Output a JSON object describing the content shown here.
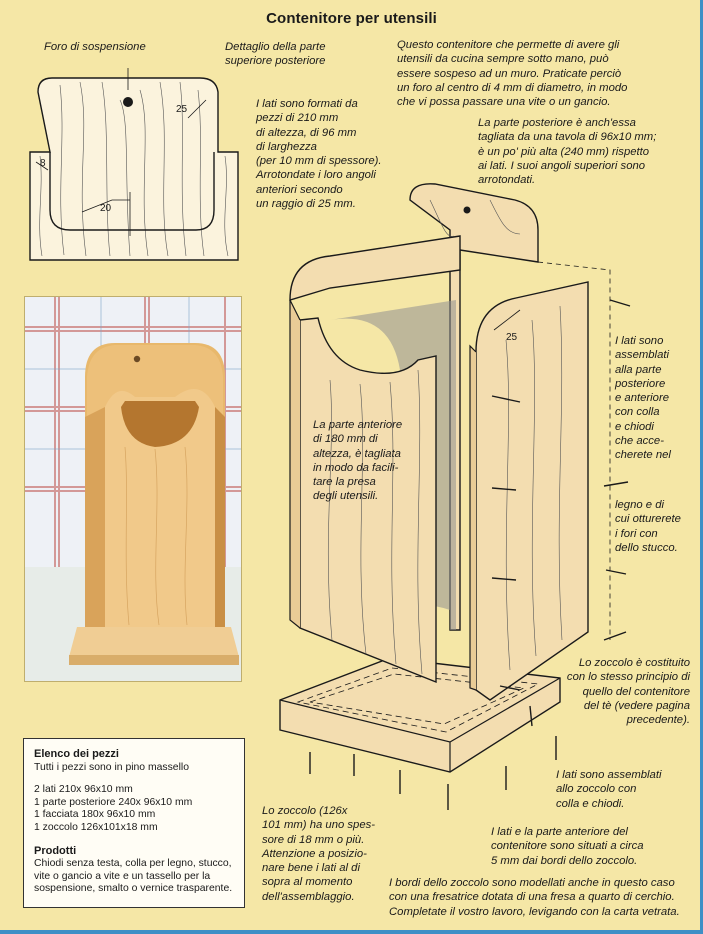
{
  "title": "Contenitore per utensili",
  "labels": {
    "foro": "Foro di sospensione",
    "dettaglio": "Dettaglio della parte\nsuperiore posteriore",
    "intro": "Questo contenitore che permette di avere gli\nutensili da cucina sempre sotto mano, può\nessere sospeso ad un muro. Praticate perciò\nun foro al centro di 4 mm di diametro, in modo\nche vi possa passare una vite o un gancio.",
    "lati": "I lati sono formati da\npezzi di 210 mm\ndi altezza, di 96 mm\ndi larghezza\n(per 10 mm di spessore).\nArrotondate i loro angoli\nanteriori secondo\nun raggio di 25 mm.",
    "posteriore": "La parte posteriore è anch'essa\ntagliata da una tavola di 96x10 mm;\nè un po' più alta (240 mm) rispetto\nai lati. I suoi angoli superiori sono\narrotondati.",
    "anteriore": "La parte anteriore\ndi 180 mm di\naltezza, è tagliata\nin modo da facili-\ntare la presa\ndegli utensili.",
    "assemblati1": "I lati sono\nassemblati\nalla parte\nposteriore\ne anteriore\ncon colla\ne chiodi\nche acce-\ncherete nel",
    "assemblati2": "legno e di\ncui otturerete\ni fori con\ndello stucco.",
    "zoccolo_principio": "Lo zoccolo è costituito\ncon lo stesso principio di\nquello del contenitore\ndel tè (vedere pagina\nprecedente).",
    "zoccolo_dim": "Lo zoccolo (126x\n101 mm) ha uno spes-\nsore di 18 mm o più.\nAttenzione a posizio-\nnare bene i lati al di\nsopra al momento\ndell'assemblaggio.",
    "lati_zoccolo": "I lati sono assemblati\nallo zoccolo con\ncolla e chiodi.",
    "situati": "I lati e la parte anteriore del\ncontenitore sono situati a circa\n5 mm dai bordi dello zoccolo.",
    "bordi": "I bordi dello zoccolo sono modellati anche in questo caso\ncon una fresatrice dotata di una fresa a quarto di cerchio.\nCompletate il vostro lavoro, levigando con la carta vetrata."
  },
  "dimensions": {
    "r25a": "25",
    "d8": "8",
    "d20": "20",
    "r25b": "25"
  },
  "parts_list": {
    "heading": "Elenco dei pezzi",
    "subtitle": "Tutti i pezzi sono in pino massello",
    "items": [
      "2 lati 210x 96x10 mm",
      "1 parte posteriore 240x 96x10 mm",
      "1 facciata 180x 96x10 mm",
      "1 zoccolo 126x101x18 mm"
    ],
    "products_heading": "Prodotti",
    "products_text": "Chiodi senza testa, colla per legno, stucco,\nvite o gancio a vite e un tassello per la\nsospensione, smalto o vernice trasparente."
  },
  "colors": {
    "background": "#f5e7a6",
    "frame": "#3e8fc6",
    "wood": "#f3ddb0"
  }
}
